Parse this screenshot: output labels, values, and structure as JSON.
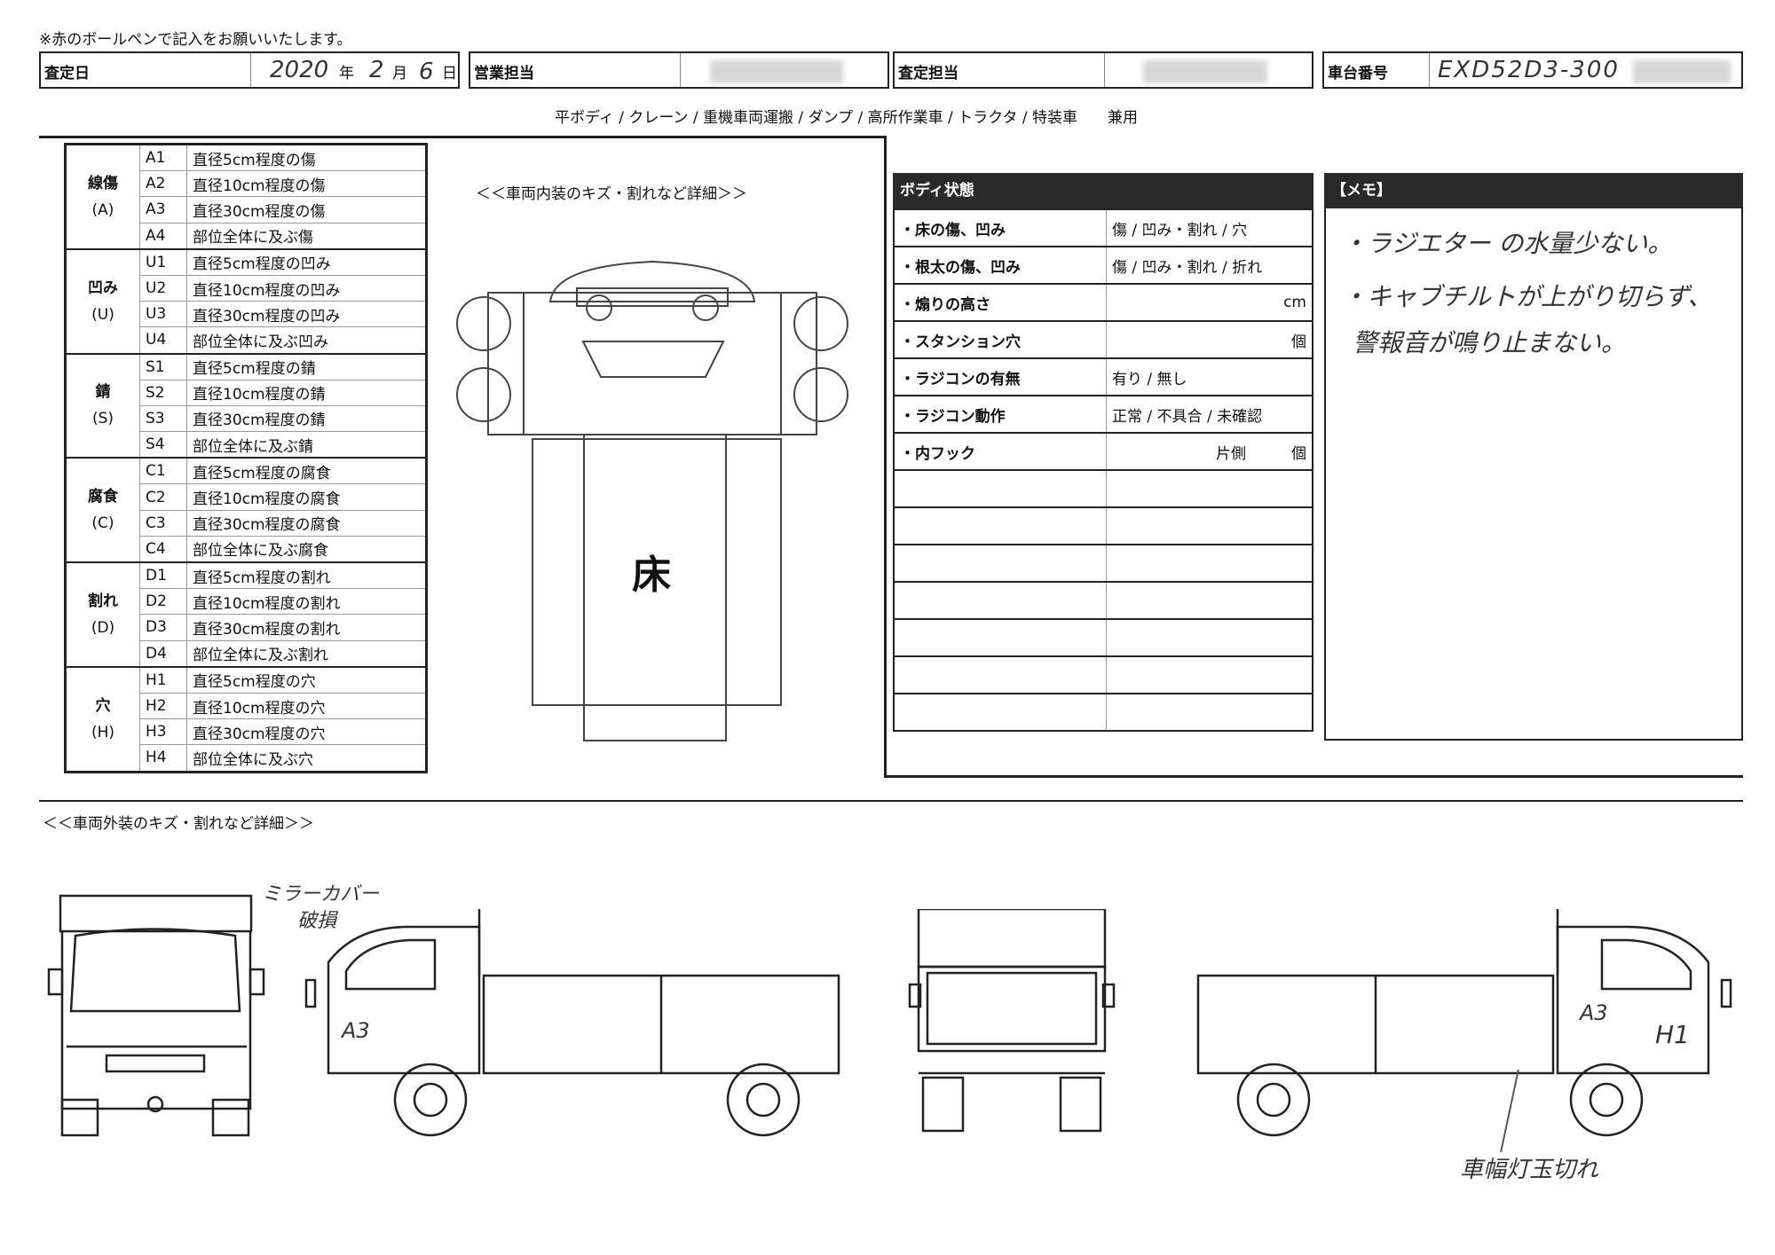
{
  "note": "※赤のボールペンで記入をお願いいたします。",
  "header": {
    "assess_date_label": "査定日",
    "date_year": "2020",
    "year_char": "年",
    "date_month": "2",
    "month_char": "月",
    "date_day": "6",
    "day_char": "日",
    "sales_label": "営業担当",
    "assessor_label": "査定担当",
    "chassis_label": "車台番号",
    "chassis_value": "EXD52D3-300"
  },
  "body_types": "平ボディ / クレーン / 重機車両運搬 / ダンプ / 高所作業車 / トラクタ / 特装車　　兼用",
  "legend": [
    {
      "cat": "線傷",
      "code_letter": "(A)",
      "rows": [
        [
          "A1",
          "直径5cm程度の傷"
        ],
        [
          "A2",
          "直径10cm程度の傷"
        ],
        [
          "A3",
          "直径30cm程度の傷"
        ],
        [
          "A4",
          "部位全体に及ぶ傷"
        ]
      ]
    },
    {
      "cat": "凹み",
      "code_letter": "(U)",
      "rows": [
        [
          "U1",
          "直径5cm程度の凹み"
        ],
        [
          "U2",
          "直径10cm程度の凹み"
        ],
        [
          "U3",
          "直径30cm程度の凹み"
        ],
        [
          "U4",
          "部位全体に及ぶ凹み"
        ]
      ]
    },
    {
      "cat": "錆",
      "code_letter": "(S)",
      "rows": [
        [
          "S1",
          "直径5cm程度の錆"
        ],
        [
          "S2",
          "直径10cm程度の錆"
        ],
        [
          "S3",
          "直径30cm程度の錆"
        ],
        [
          "S4",
          "部位全体に及ぶ錆"
        ]
      ]
    },
    {
      "cat": "腐食",
      "code_letter": "(C)",
      "rows": [
        [
          "C1",
          "直径5cm程度の腐食"
        ],
        [
          "C2",
          "直径10cm程度の腐食"
        ],
        [
          "C3",
          "直径30cm程度の腐食"
        ],
        [
          "C4",
          "部位全体に及ぶ腐食"
        ]
      ]
    },
    {
      "cat": "割れ",
      "code_letter": "(D)",
      "rows": [
        [
          "D1",
          "直径5cm程度の割れ"
        ],
        [
          "D2",
          "直径10cm程度の割れ"
        ],
        [
          "D3",
          "直径30cm程度の割れ"
        ],
        [
          "D4",
          "部位全体に及ぶ割れ"
        ]
      ]
    },
    {
      "cat": "穴",
      "code_letter": "(H)",
      "rows": [
        [
          "H1",
          "直径5cm程度の穴"
        ],
        [
          "H2",
          "直径10cm程度の穴"
        ],
        [
          "H3",
          "直径30cm程度の穴"
        ],
        [
          "H4",
          "部位全体に及ぶ穴"
        ]
      ]
    }
  ],
  "interior": {
    "title": "＜＜車両内装のキズ・割れなど詳細＞＞",
    "floor_label": "床"
  },
  "body_state": {
    "title": "ボディ状態",
    "rows": [
      {
        "label": "・床の傷、凹み",
        "value": "傷 / 凹み・割れ / 穴"
      },
      {
        "label": "・根太の傷、凹み",
        "value": "傷 / 凹み・割れ / 折れ"
      },
      {
        "label": "・煽りの高さ",
        "value": "cm"
      },
      {
        "label": "・スタンション穴",
        "value": "個"
      },
      {
        "label": "・ラジコンの有無",
        "value": "有り / 無し"
      },
      {
        "label": "・ラジコン動作",
        "value": "正常 / 不具合 / 未確認"
      },
      {
        "label": "・内フック",
        "value": "片側　　　個"
      },
      {
        "label": "",
        "value": ""
      },
      {
        "label": "",
        "value": ""
      },
      {
        "label": "",
        "value": ""
      },
      {
        "label": "",
        "value": ""
      },
      {
        "label": "",
        "value": ""
      },
      {
        "label": "",
        "value": ""
      },
      {
        "label": "",
        "value": ""
      }
    ]
  },
  "memo": {
    "title": "【メモ】",
    "line1": "・ラジエター の水量少ない。",
    "line2": "・キャブチルトが上がり切らず、",
    "line3": "警報音が鳴り止まない。"
  },
  "exterior": {
    "title": "＜＜車両外装のキズ・割れなど詳細＞＞",
    "ann_mirror_1": "ミラーカバー",
    "ann_mirror_2": "破損",
    "ann_a3_left": "A3",
    "ann_a3_right": "A3",
    "ann_h1": "H1",
    "ann_lamp": "車幅灯玉切れ"
  }
}
